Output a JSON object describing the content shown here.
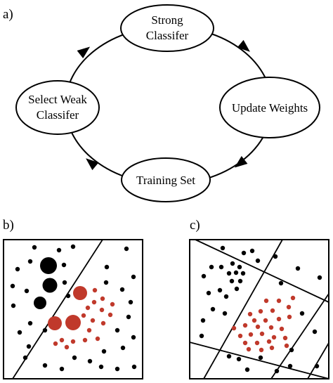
{
  "panels": {
    "a": {
      "label": "a)"
    },
    "b": {
      "label": "b)"
    },
    "c": {
      "label": "c)"
    }
  },
  "cycle": {
    "nodes": [
      {
        "id": "strong",
        "lines": [
          "Strong",
          "Classifer"
        ]
      },
      {
        "id": "update",
        "lines": [
          "Update Weights"
        ]
      },
      {
        "id": "training",
        "lines": [
          "Training Set"
        ]
      },
      {
        "id": "select",
        "lines": [
          "Select Weak",
          "Classifer"
        ]
      }
    ]
  },
  "colors": {
    "stroke": "#000000",
    "class_black": "#000000",
    "class_red": "#c0392b"
  }
}
